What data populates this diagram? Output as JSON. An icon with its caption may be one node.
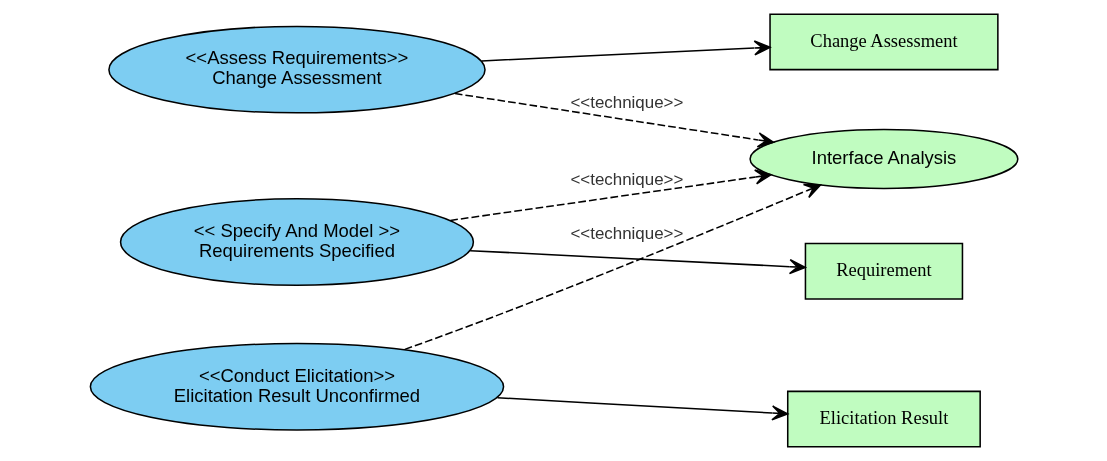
{
  "diagram": {
    "nodes": [
      {
        "text": [
          "<<Assess Requirements>>",
          "Change Assessment"
        ]
      },
      {
        "text": [
          "Change Assessment"
        ]
      },
      {
        "text": [
          "Interface Analysis"
        ]
      },
      {
        "text": [
          "<< Specify And Model >>",
          "Requirements Specified"
        ]
      },
      {
        "text": [
          "Requirement"
        ]
      },
      {
        "text": [
          "<<Conduct Elicitation>>",
          "Elicitation Result Unconfirmed"
        ]
      },
      {
        "text": [
          "Elicitation Result"
        ]
      }
    ],
    "edges": [
      {
        "from": 0,
        "to": 1,
        "arrow": "to"
      },
      {
        "from": 0,
        "to": 2,
        "arrow": "to",
        "style": "dashed",
        "label": "<<technique>>"
      },
      {
        "from": 3,
        "to": 2,
        "arrow": "to",
        "style": "dashed",
        "label": "<<technique>>"
      },
      {
        "from": 3,
        "to": 4,
        "arrow": "to"
      },
      {
        "from": 5,
        "to": 2,
        "arrow": "to",
        "style": "dashed",
        "label": "<<technique>>"
      },
      {
        "from": 5,
        "to": 6,
        "arrow": "to"
      }
    ]
  }
}
